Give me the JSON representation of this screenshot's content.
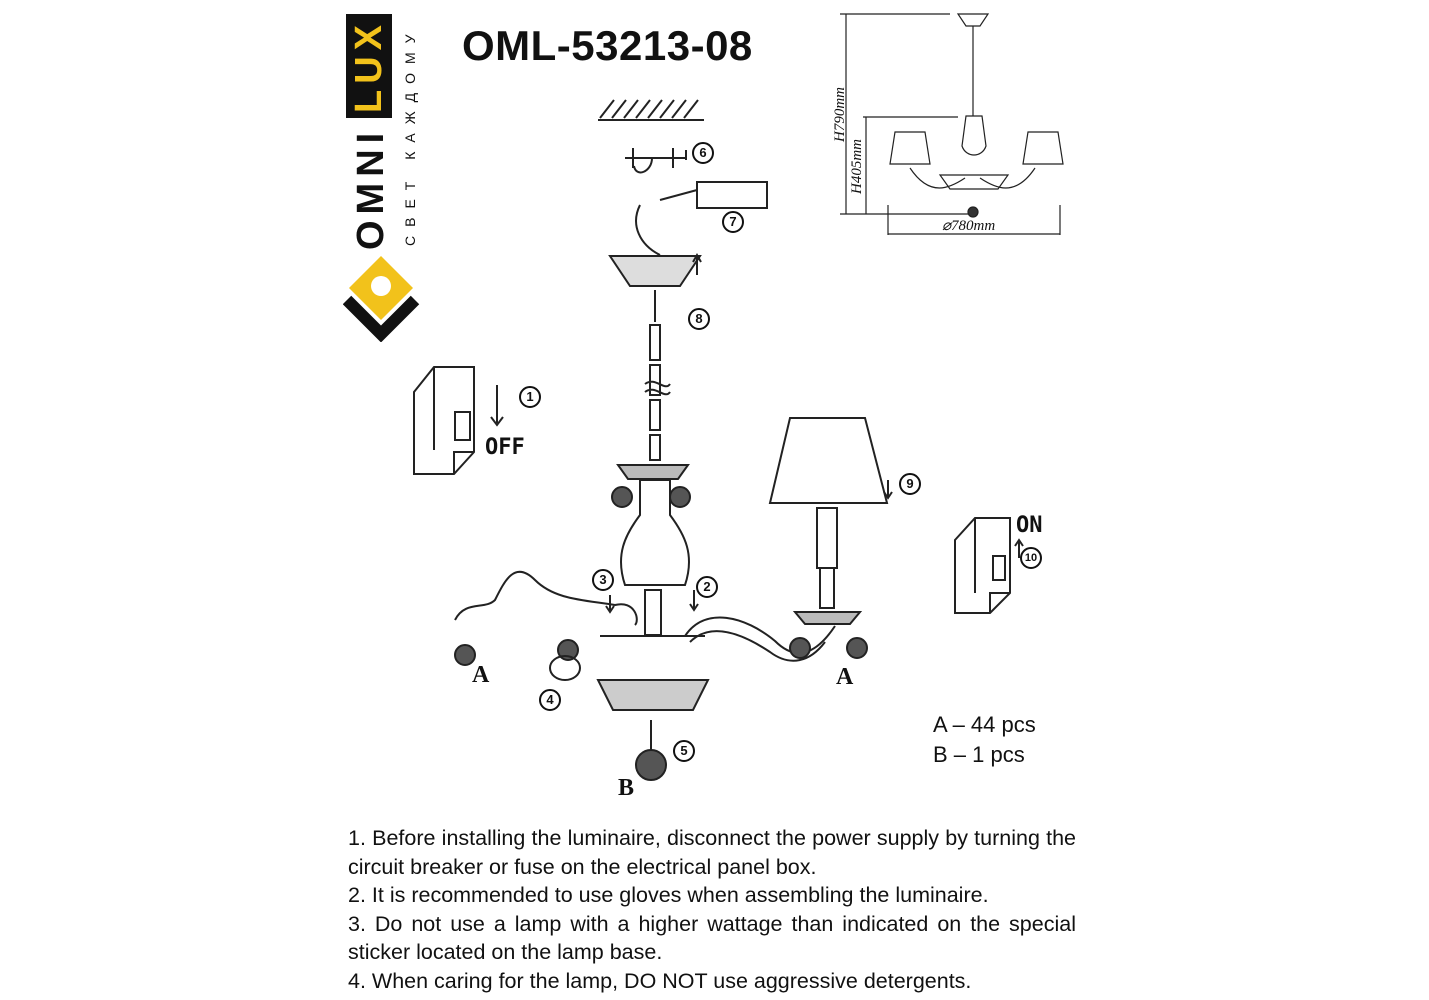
{
  "title": "OML-53213-08",
  "logo": {
    "brand_part1": "OMNI",
    "brand_part2": "LUX",
    "slogan": "СВЕТ КАЖДОМУ",
    "accent_color": "#f2c21b"
  },
  "dimensions": {
    "height_total": "H790mm",
    "height_body": "H405mm",
    "diameter": "⌀780mm"
  },
  "callouts": [
    "1",
    "2",
    "3",
    "4",
    "5",
    "6",
    "7",
    "8",
    "9",
    "10"
  ],
  "switch_off": "OFF",
  "switch_on": "ON",
  "part_labels": {
    "a": "A",
    "b": "B"
  },
  "parts_count": [
    "A – 44 pcs",
    "B – 1 pcs"
  ],
  "notes": [
    "1. Before installing the luminaire, disconnect the power supply by turning the circuit breaker or fuse on the electrical panel box.",
    "2. It is recommended to use gloves when assembling the luminaire.",
    "3. Do not use a lamp with a higher wattage than indicated on the special sticker located on the lamp base.",
    "4. When caring for the lamp, DO NOT use aggressive detergents."
  ]
}
